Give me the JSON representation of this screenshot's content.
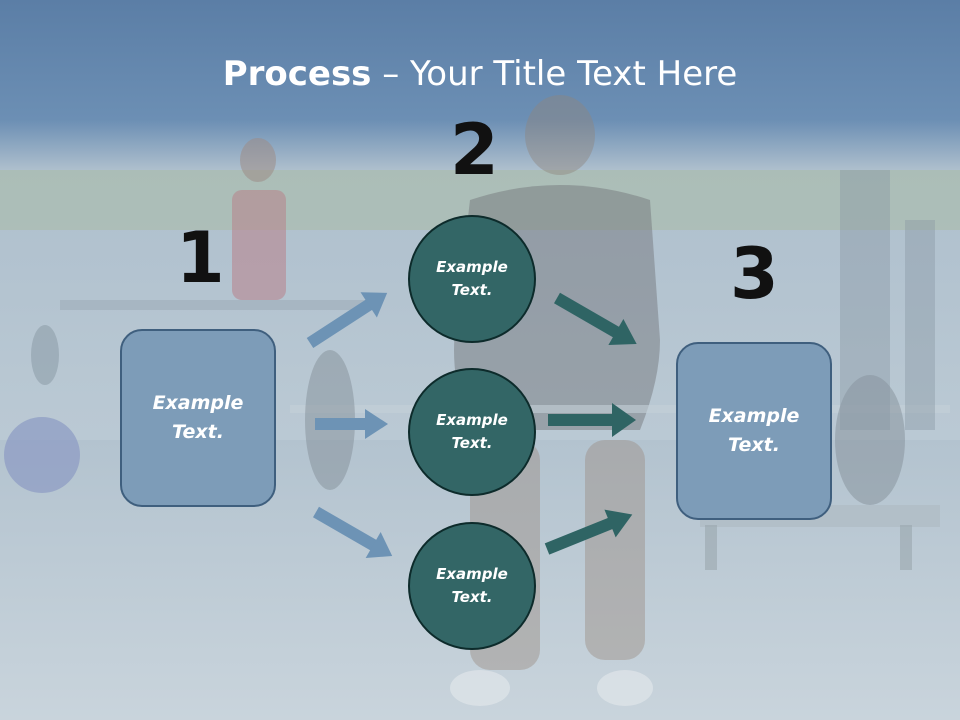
{
  "slide": {
    "title_bold": "Process",
    "title_rest": " – Your Title Text Here"
  },
  "steps": {
    "step1_number": "1",
    "step2_number": "2",
    "step3_number": "3"
  },
  "boxes": {
    "left_text": "Example Text.",
    "right_text": "Example Text."
  },
  "circles": {
    "top_text": "Example Text.",
    "middle_text": "Example Text.",
    "bottom_text": "Example Text."
  },
  "colors": {
    "box_fill": "#7d9cb8",
    "circle_fill": "#336666",
    "arrow_blue": "#6d93b5",
    "arrow_teal": "#2f6464"
  }
}
